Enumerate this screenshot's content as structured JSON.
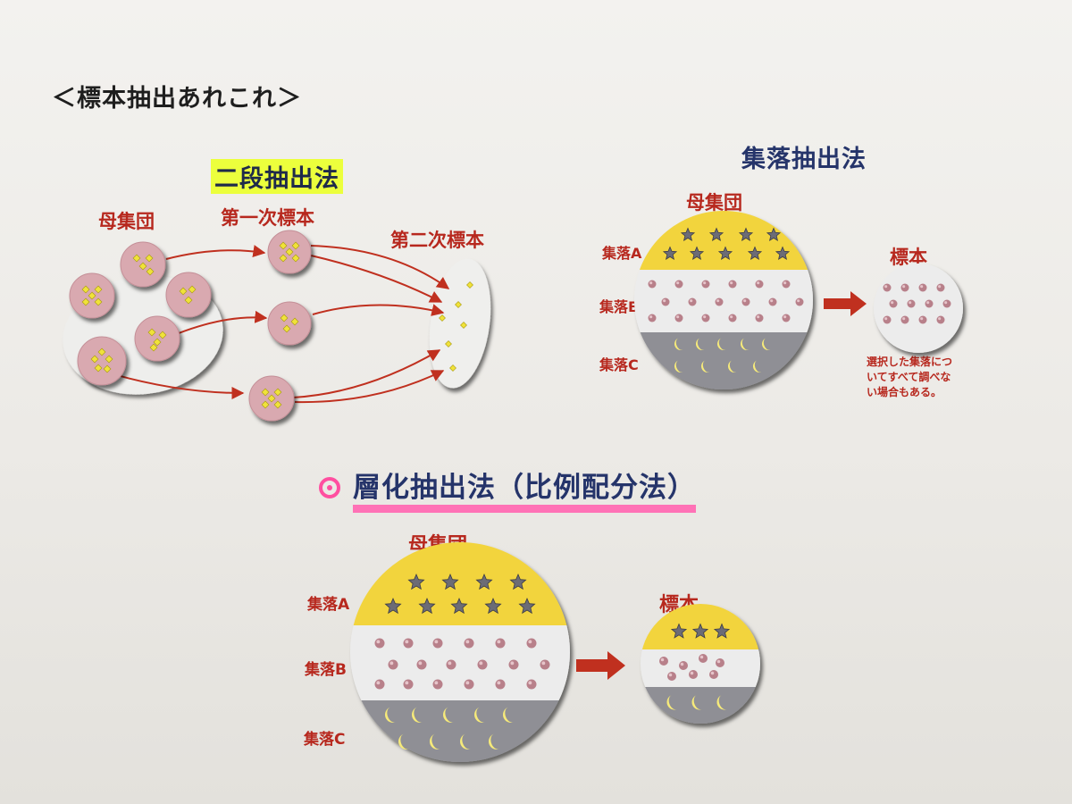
{
  "page_title": "＜標本抽出あれこれ＞",
  "two_stage": {
    "title": "二段抽出法",
    "population_label": "母集団",
    "first_sample_label": "第一次標本",
    "second_sample_label": "第二次標本"
  },
  "cluster": {
    "title": "集落抽出法",
    "population_label": "母集団",
    "layer_a": "集落A",
    "layer_b": "集落B",
    "layer_c": "集落C",
    "sample_label": "標本",
    "note_line1": "選択した集落につ",
    "note_line2": "いてすべて調べな",
    "note_line3": "い場合もある。"
  },
  "stratified": {
    "title": "層化抽出法（比例配分法）",
    "population_label": "母集団",
    "layer_a": "集落A",
    "layer_b": "集落B",
    "layer_c": "集落C",
    "sample_label": "標本"
  },
  "colors": {
    "label_red": "#b7281e",
    "title_navy": "#25346a",
    "highlight_yellow": "#ecff3c",
    "highlight_pink": "#ff72b6",
    "layer_star": "#f2d43c",
    "layer_dot": "#ececec",
    "layer_moon": "#8f8f95",
    "cell_pink": "#d9a9b0",
    "arrow_red": "#c0301f"
  },
  "icons": [
    "star-icon",
    "pink-dot-icon",
    "crescent-moon-icon",
    "yellow-diamond-icon",
    "circle-check-icon"
  ]
}
